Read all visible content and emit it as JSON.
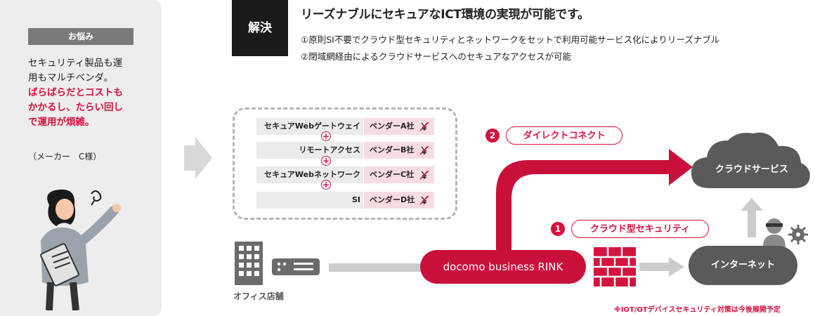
{
  "problem": {
    "tag": "お悩み",
    "text_line1": "セキュリティ製品も運",
    "text_line2": "用もマルチベンダ。",
    "highlight_line1": "ばらばらだとコストも",
    "highlight_line2": "かかるし、たらい回し",
    "highlight_line3": "で運用が煩雑。",
    "customer": "（メーカー　C様）"
  },
  "solution": {
    "tag": "解決",
    "title": "リーズナブルにセキュアなICT環境の実現が可能です。",
    "point1": "①原則SI不要でクラウド型セキュリティとネットワークをセットで利用可能サービス化によりリーズナブル",
    "point2": "②閉域網経由によるクラウドサービスへのセキュアなアクセスが可能"
  },
  "services": [
    {
      "name": "セキュアWebゲートウェイ",
      "vendor": "ベンダーA社"
    },
    {
      "name": "リモートアクセス",
      "vendor": "ベンダーB社"
    },
    {
      "name": "セキュアWebネットワーク",
      "vendor": "ベンダーC社"
    },
    {
      "name": "SI",
      "vendor": "ベンダーD社"
    }
  ],
  "plus_symbol": "+",
  "diagram": {
    "office_label": "オフィス店舗",
    "rink_label": "docomo business RINK",
    "direct_connect_number": "2",
    "direct_connect_label": "ダイレクトコネクト",
    "cloud_security_number": "1",
    "cloud_security_label": "クラウド型セキュリティ",
    "cloud_service_label": "クラウドサービス",
    "internet_label": "インターネット",
    "note": "※IOT/OTデバイスセキュリティ対策は今後展開予定"
  },
  "colors": {
    "accent_red": "#d5133f",
    "rink_red": "#c9103b",
    "dark_gray": "#5a5a5a",
    "light_gray": "#ededed"
  }
}
